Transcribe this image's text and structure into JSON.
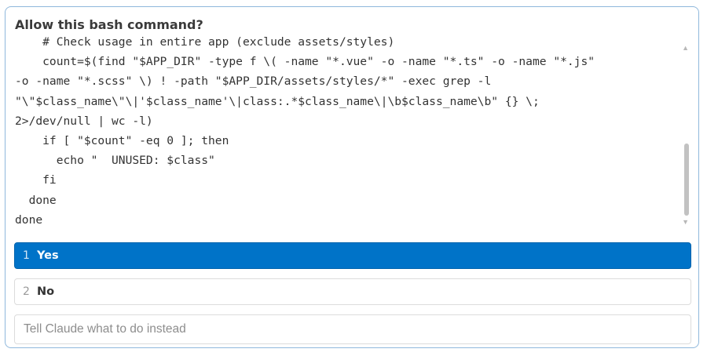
{
  "dialog": {
    "title": "Allow this bash command?"
  },
  "code": {
    "lines": [
      "    # Check usage in entire app (exclude assets/styles)",
      "    count=$(find \"$APP_DIR\" -type f \\( -name \"*.vue\" -o -name \"*.ts\" -o -name \"*.js\"",
      "-o -name \"*.scss\" \\) ! -path \"$APP_DIR/assets/styles/*\" -exec grep -l",
      "\"\\\"$class_name\\\"\\|'$class_name'\\|class:.*$class_name\\|\\b$class_name\\b\" {} \\;",
      "2>/dev/null | wc -l)",
      "    if [ \"$count\" -eq 0 ]; then",
      "      echo \"  UNUSED: $class\"",
      "    fi",
      "  done",
      "done"
    ]
  },
  "scrollbar": {
    "up_icon": "chevron-up-icon",
    "down_icon": "chevron-down-icon"
  },
  "options": [
    {
      "number": "1",
      "label": "Yes",
      "selected": true
    },
    {
      "number": "2",
      "label": "No",
      "selected": false
    }
  ],
  "input": {
    "placeholder": "Tell Claude what to do instead",
    "value": ""
  },
  "colors": {
    "accent": "#0073c8",
    "dialog_border": "#8fb8dc"
  }
}
